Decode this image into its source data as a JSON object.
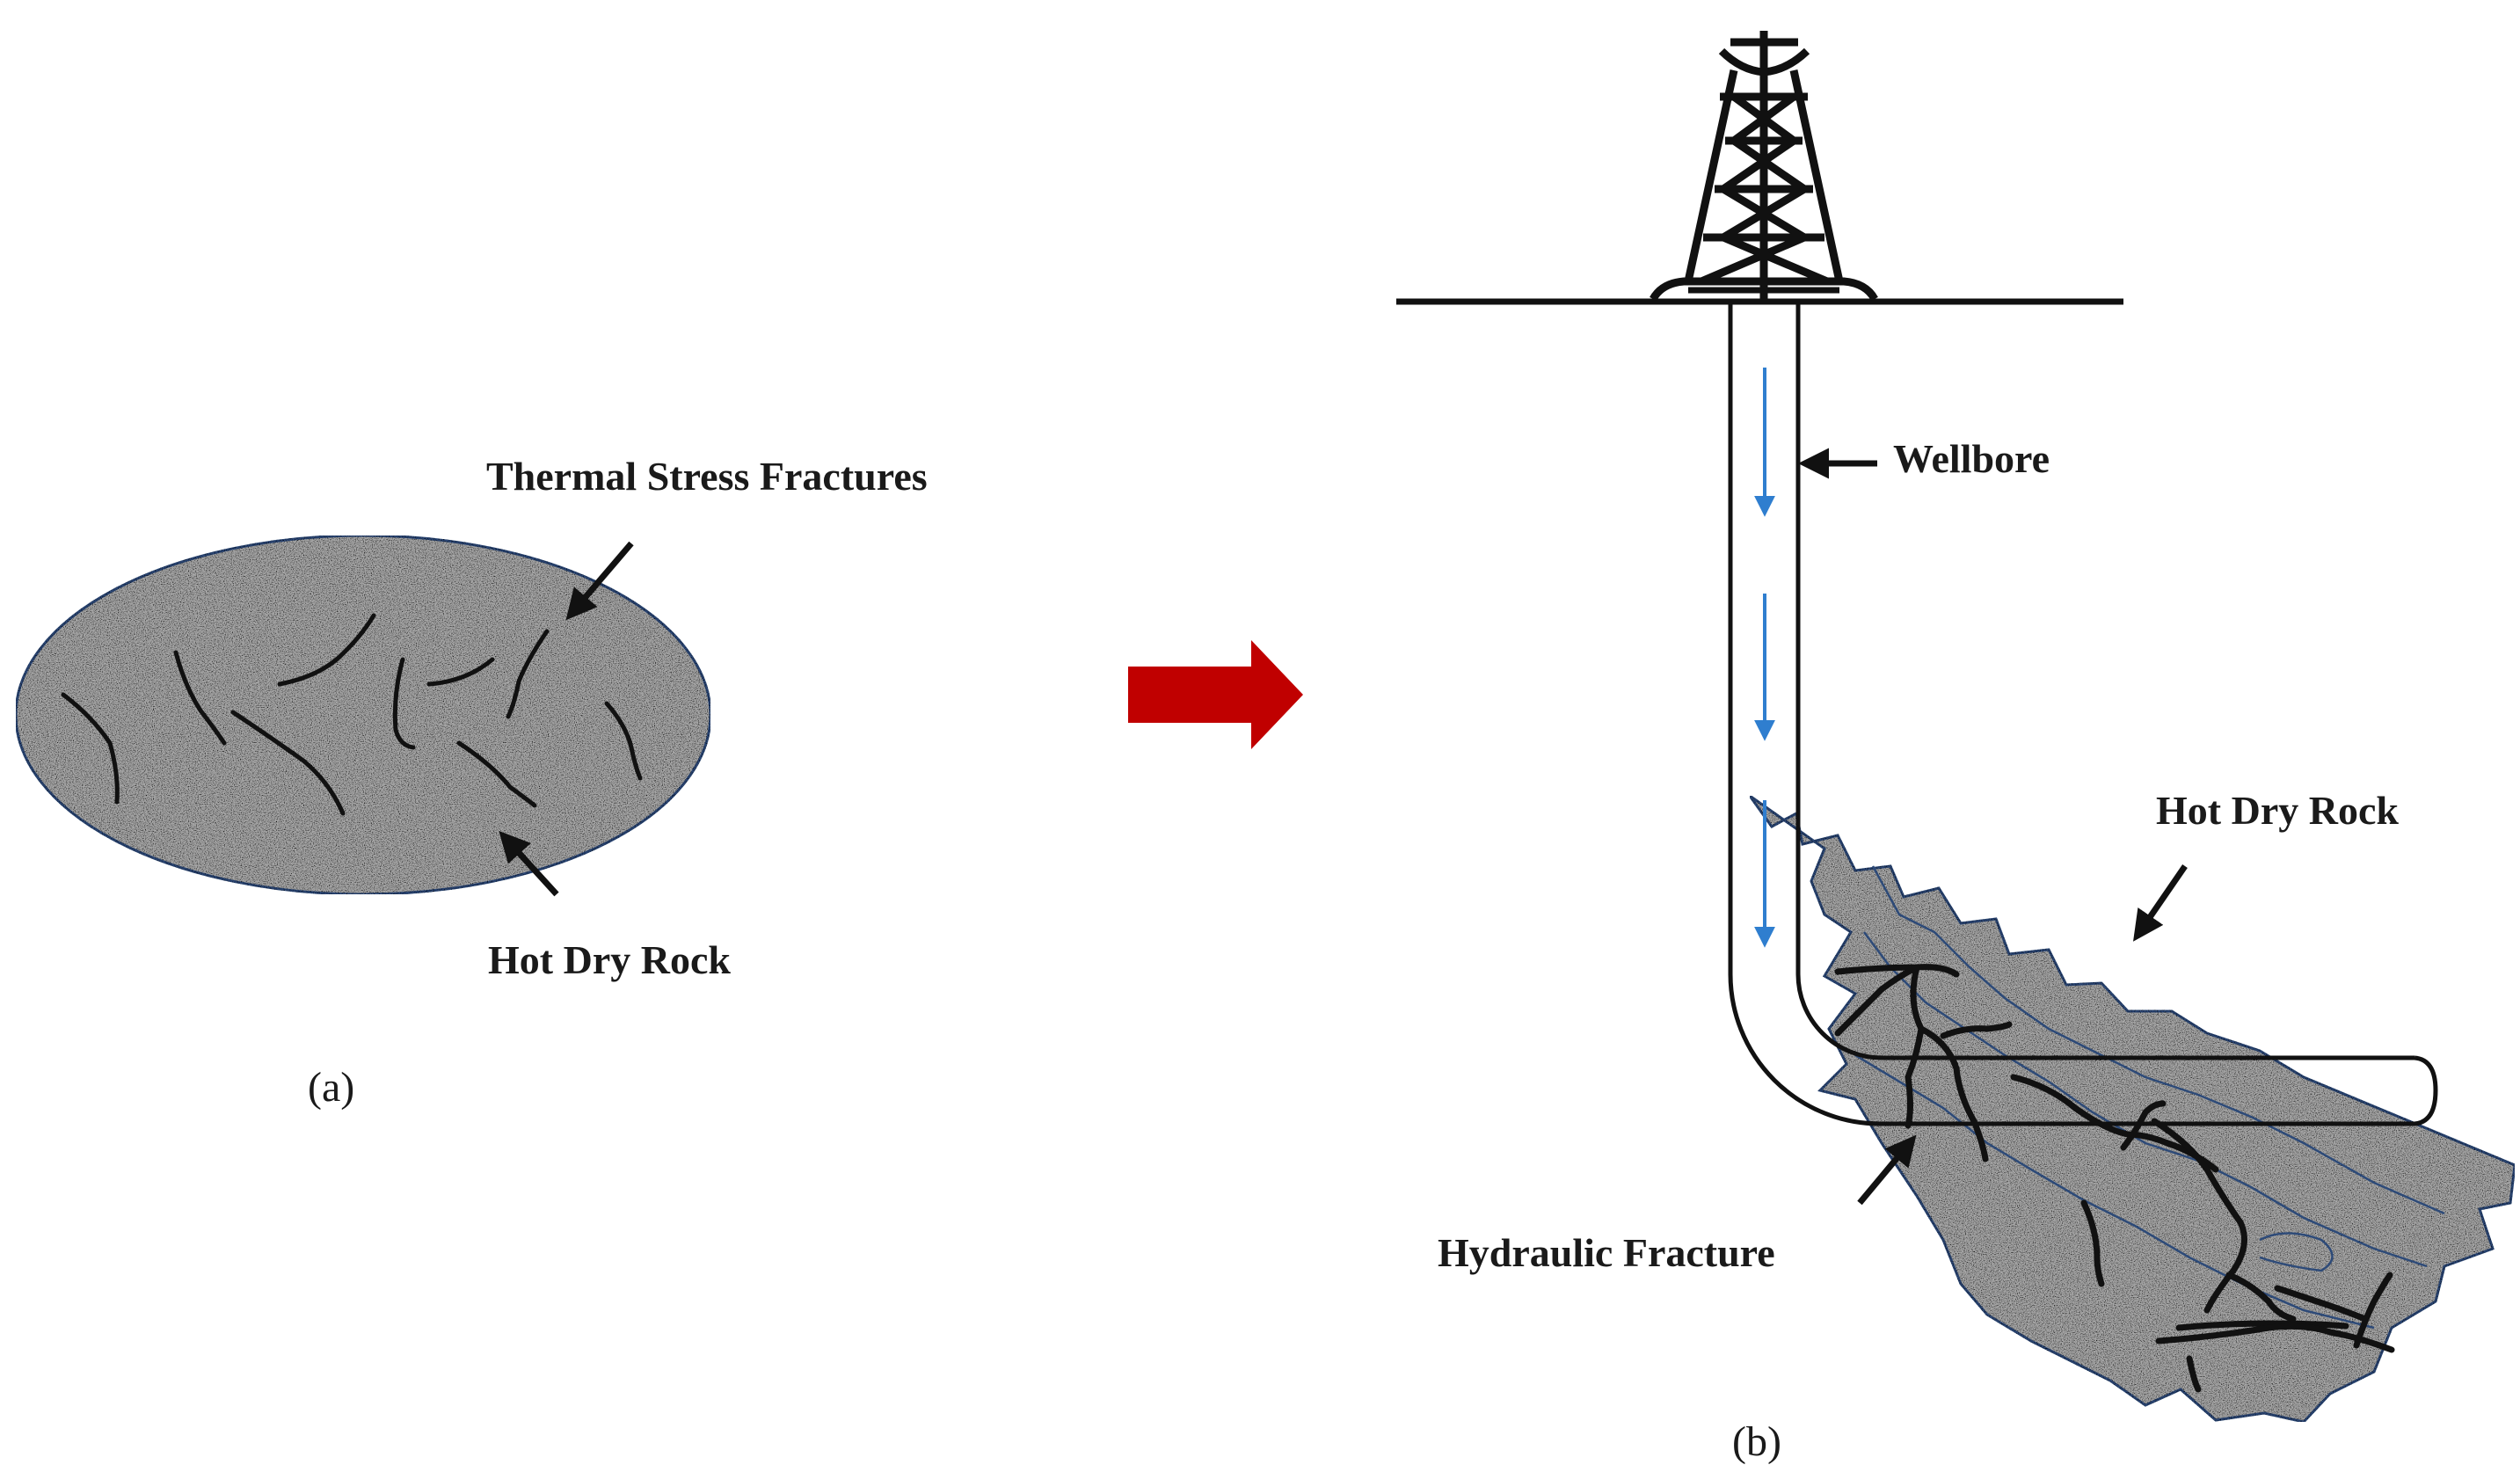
{
  "panel_a": {
    "caption": "(a)",
    "label_fractures": "Thermal Stress Fractures",
    "label_rock": "Hot Dry Rock"
  },
  "panel_b": {
    "caption": "(b)",
    "label_wellbore": "Wellbore",
    "label_rock": "Hot Dry Rock",
    "label_hydraulic": "Hydraulic Fracture"
  },
  "colors": {
    "rock_fill": "#a9a9a9",
    "rock_outline": "#2d4a78",
    "transition_arrow": "#c00000",
    "flow_arrows": "#2f7ecf",
    "lines": "#111111"
  },
  "icons": {
    "drilling_rig": "oil-derrick-icon",
    "transition": "right-arrow-icon"
  }
}
